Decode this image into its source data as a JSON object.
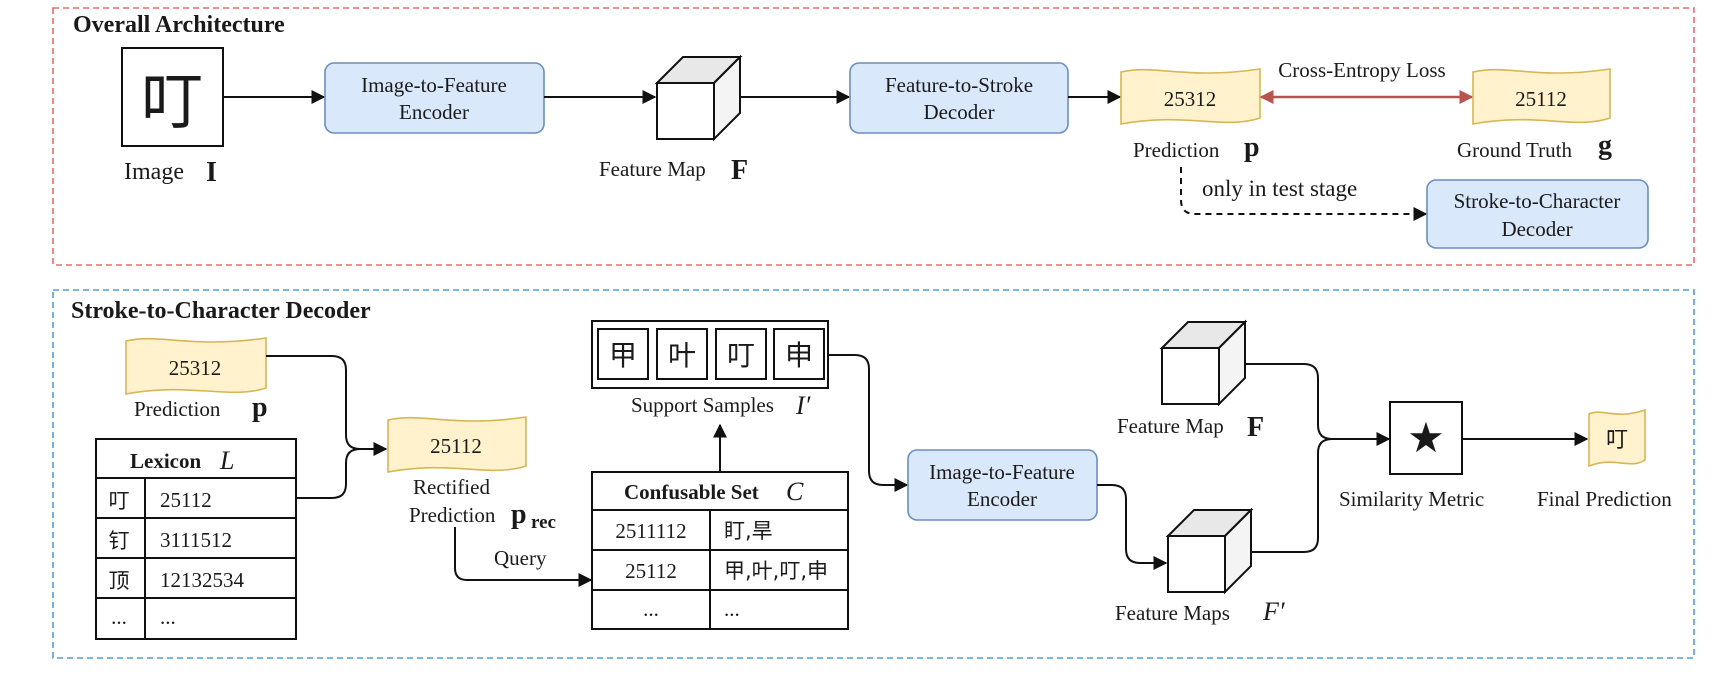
{
  "overall": {
    "title": "Overall Architecture",
    "image_label": "Image",
    "image_symbol": "I",
    "image_glyph": "叮",
    "encoder_line1": "Image-to-Feature",
    "encoder_line2": "Encoder",
    "feature_map_label": "Feature Map",
    "feature_map_symbol": "F",
    "decoder_line1": "Feature-to-Stroke",
    "decoder_line2": "Decoder",
    "prediction_code": "25312",
    "prediction_label": "Prediction",
    "prediction_symbol": "p",
    "loss_label": "Cross-Entropy Loss",
    "ground_truth_code": "25112",
    "ground_truth_label": "Ground Truth",
    "ground_truth_symbol": "g",
    "test_stage_label": "only in test stage",
    "s2c_line1": "Stroke-to-Character",
    "s2c_line2": "Decoder"
  },
  "s2c": {
    "title": "Stroke-to-Character Decoder",
    "prediction_code": "25312",
    "prediction_label": "Prediction",
    "prediction_symbol": "p",
    "lexicon_header": "Lexicon",
    "lexicon_symbol": "L",
    "lexicon_rows": [
      {
        "char": "叮",
        "code": "25112"
      },
      {
        "char": "钉",
        "code": "3111512"
      },
      {
        "char": "顶",
        "code": "12132534"
      },
      {
        "char": "...",
        "code": "..."
      }
    ],
    "rectified_code": "25112",
    "rectified_line1": "Rectified",
    "rectified_line2": "Prediction",
    "rectified_symbol": "p",
    "rectified_sub": "rec",
    "query_label": "Query",
    "support_chars": [
      "甲",
      "叶",
      "叮",
      "申"
    ],
    "support_label": "Support Samples",
    "support_symbol": "I′",
    "confusable_header": "Confusable Set",
    "confusable_symbol": "C",
    "confusable_rows": [
      {
        "code": "2511112",
        "chars": "盯,旱"
      },
      {
        "code": "25112",
        "chars": "甲,叶,叮,申"
      },
      {
        "code": "...",
        "chars": "..."
      }
    ],
    "encoder_line1": "Image-to-Feature",
    "encoder_line2": "Encoder",
    "feature_map_label": "Feature Map",
    "feature_map_symbol": "F",
    "feature_maps_label": "Feature Maps",
    "feature_maps_symbol": "F′",
    "star_glyph": "★",
    "similarity_label": "Similarity Metric",
    "final_char": "叮",
    "final_label": "Final Prediction"
  },
  "colors": {
    "blue_fill": "#dae8fc",
    "blue_stroke": "#6c8ebf",
    "yellow_fill": "#fff2cc",
    "yellow_stroke": "#d6b656",
    "red_dash": "#ea6b66",
    "blue_dash": "#4a9fe0",
    "loss_arrow": "#b85450"
  }
}
